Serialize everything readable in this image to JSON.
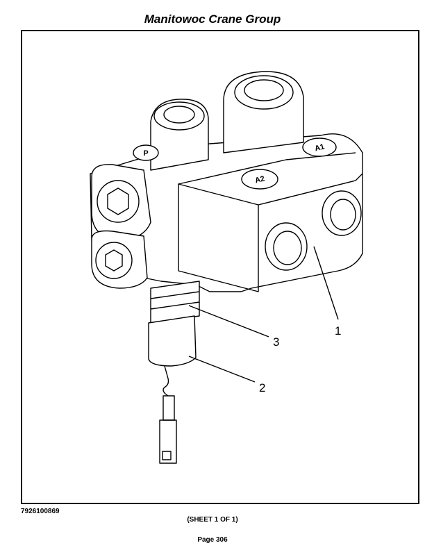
{
  "header": {
    "title": "Manitowoc Crane Group"
  },
  "drawing": {
    "callouts": [
      "1",
      "2",
      "3"
    ],
    "port_markings": [
      "A1",
      "A2",
      "P"
    ]
  },
  "footer": {
    "drawing_number": "7926100869",
    "sheet": "(SHEET 1 OF 1)",
    "page": "Page 306"
  }
}
